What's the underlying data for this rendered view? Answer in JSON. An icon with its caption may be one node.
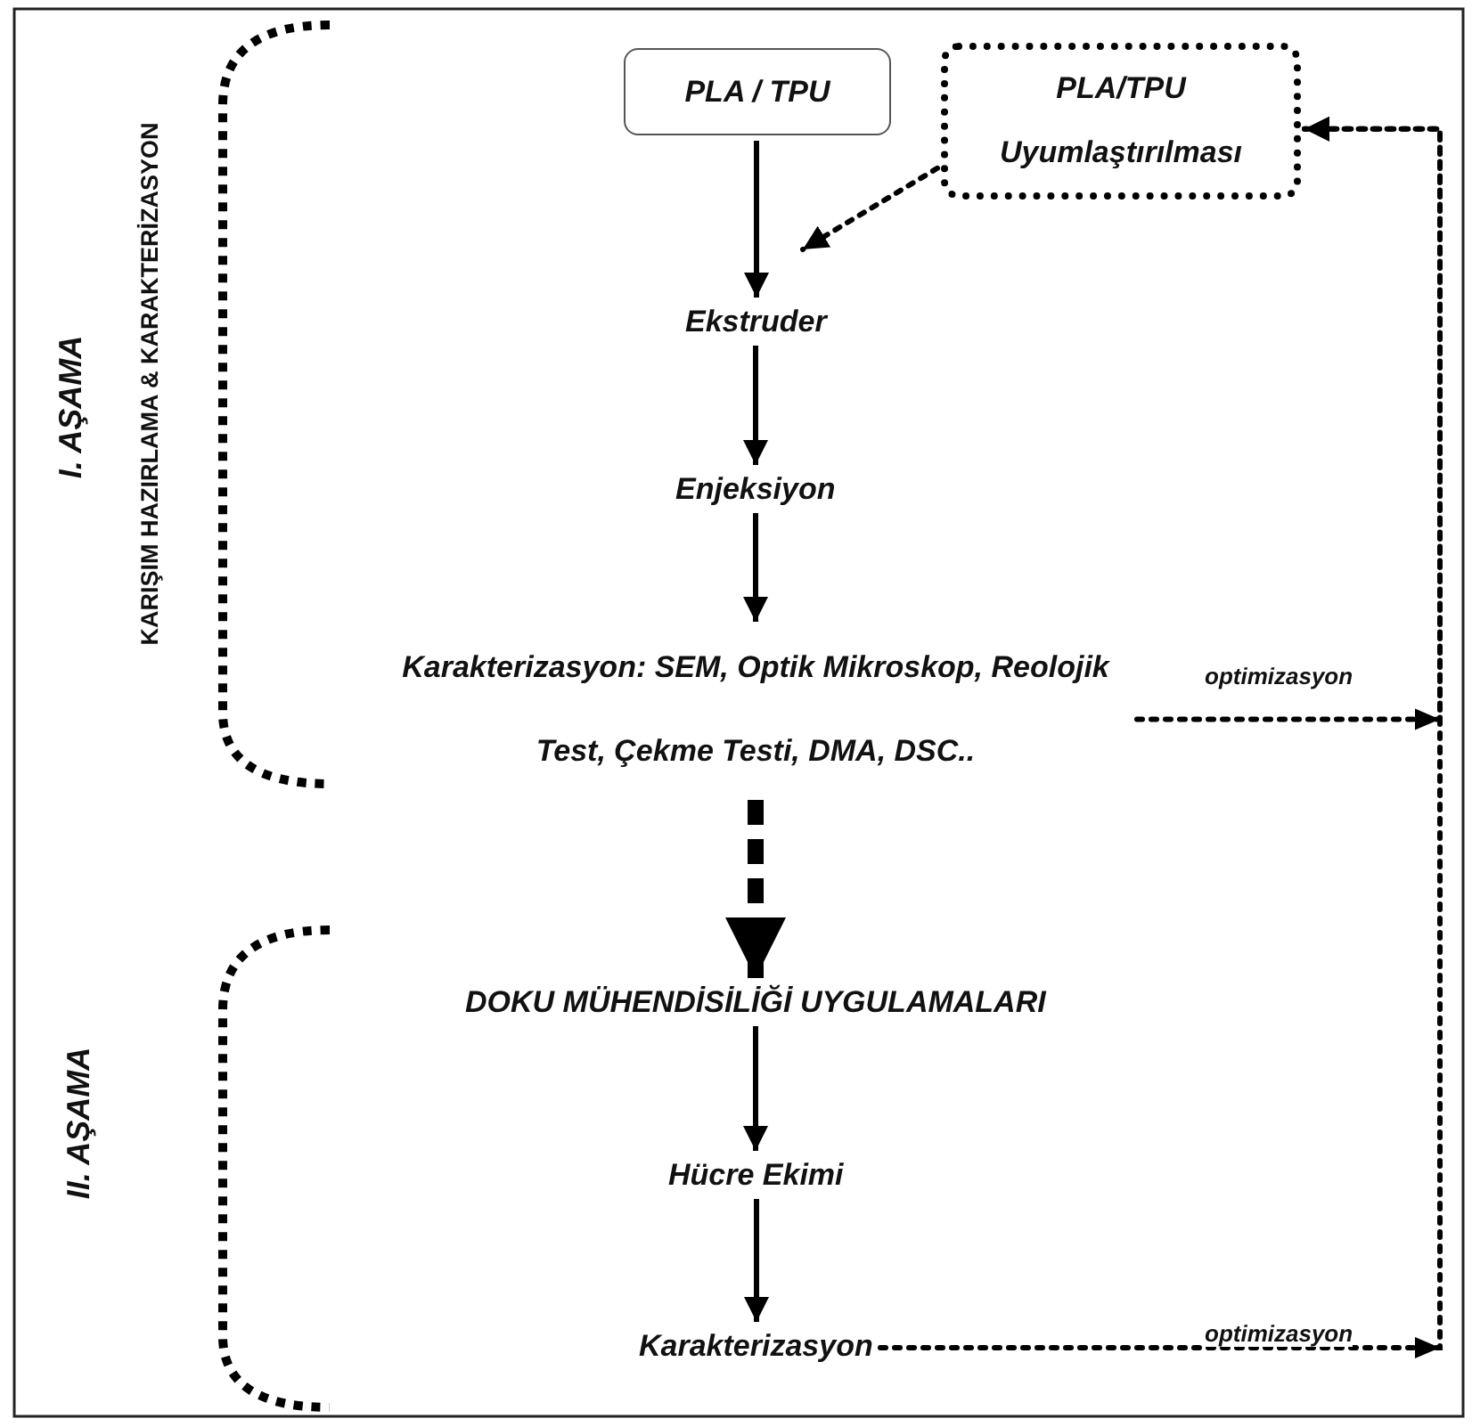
{
  "diagram": {
    "nodes": [
      {
        "text": [
          "PLA / TPU"
        ]
      },
      {
        "text": [
          "PLA/TPU Uyumlaştırılması"
        ]
      },
      {
        "text": [
          "Ekstruder"
        ]
      },
      {
        "text": [
          "Enjeksiyon"
        ]
      },
      {
        "text": [
          "Karakterizasyon: SEM, Optik Mikroskop, Reolojik Test, Çekme Testi, DMA, DSC.."
        ]
      },
      {
        "text": [
          "DOKU MÜHENDİSİLİĞİ UYGULAMALARI"
        ]
      },
      {
        "text": [
          "Hücre Ekimi"
        ]
      },
      {
        "text": [
          "Karakterizasyon"
        ]
      }
    ],
    "edges": [
      {
        "from": 0,
        "to": 2,
        "arrow": "to"
      },
      {
        "from": 1,
        "to": 2,
        "arrow": "to",
        "style": "dashed"
      },
      {
        "from": 2,
        "to": 3,
        "arrow": "to"
      },
      {
        "from": 3,
        "to": 4,
        "arrow": "to"
      },
      {
        "from": 4,
        "to": 5,
        "arrow": "to",
        "style": "dashed"
      },
      {
        "from": 5,
        "to": 6,
        "arrow": "to"
      },
      {
        "from": 6,
        "to": 7,
        "arrow": "to"
      },
      {
        "from": 4,
        "to": 1,
        "arrow": "to",
        "style": "dashed",
        "label": "optimizasyon"
      },
      {
        "from": 7,
        "to": 1,
        "arrow": "to",
        "style": "dashed",
        "label": "optimizasyon"
      }
    ],
    "labels": [
      "I. AŞAMA",
      "KARIŞIM HAZIRLAMA & KARAKTERİZASYON",
      "II. AŞAMA"
    ]
  }
}
